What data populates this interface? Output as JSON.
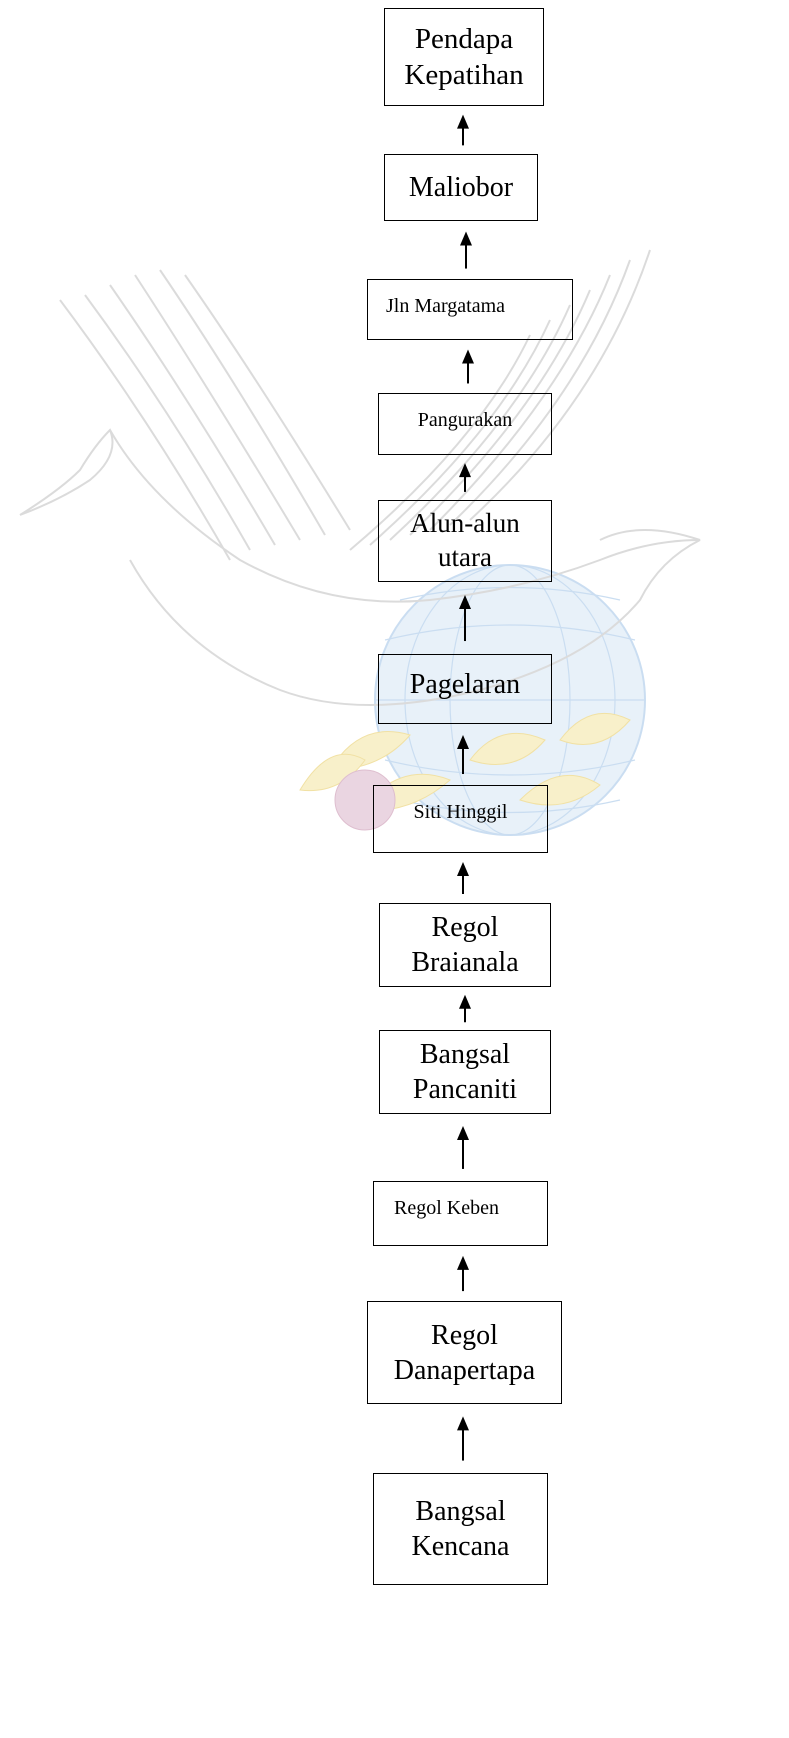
{
  "diagram": {
    "nodes": [
      {
        "id": "pendapa-kepatihan",
        "label": "Pendapa\nKepatihan"
      },
      {
        "id": "maliobor",
        "label": "Maliobor"
      },
      {
        "id": "jln-margatama",
        "label": "Jln Margatama"
      },
      {
        "id": "pangurakan",
        "label": "Pangurakan"
      },
      {
        "id": "alun-alun-utara",
        "label": "Alun-alun\nutara"
      },
      {
        "id": "pagelaran",
        "label": "Pagelaran"
      },
      {
        "id": "siti-hinggil",
        "label": "Siti Hinggil"
      },
      {
        "id": "regol-braianala",
        "label": "Regol\nBraianala"
      },
      {
        "id": "bangsal-pancaniti",
        "label": "Bangsal\nPancaniti"
      },
      {
        "id": "regol-keben",
        "label": "Regol Keben"
      },
      {
        "id": "regol-danapertapa",
        "label": "Regol\nDanapertapa"
      },
      {
        "id": "bangsal-kencana",
        "label": "Bangsal\nKencana"
      }
    ],
    "edges": [
      {
        "from": "bangsal-kencana",
        "to": "regol-danapertapa"
      },
      {
        "from": "regol-danapertapa",
        "to": "regol-keben"
      },
      {
        "from": "regol-keben",
        "to": "bangsal-pancaniti"
      },
      {
        "from": "bangsal-pancaniti",
        "to": "regol-braianala"
      },
      {
        "from": "regol-braianala",
        "to": "siti-hinggil"
      },
      {
        "from": "siti-hinggil",
        "to": "pagelaran"
      },
      {
        "from": "pagelaran",
        "to": "alun-alun-utara"
      },
      {
        "from": "alun-alun-utara",
        "to": "pangurakan"
      },
      {
        "from": "pangurakan",
        "to": "jln-margatama"
      },
      {
        "from": "jln-margatama",
        "to": "maliobor"
      },
      {
        "from": "maliobor",
        "to": "pendapa-kepatihan"
      }
    ],
    "arrow_color": "#000000",
    "box_border_color": "#000000"
  },
  "watermark": {
    "description_icon": "swan-globe-logo-icon",
    "colors": {
      "wing_stroke": "#bfbfbf",
      "globe_fill": "#d6e6f5",
      "globe_stroke": "#9fc3e6",
      "leaf_fill": "#f3e4a0",
      "fruit_fill": "#d9b3c9"
    }
  }
}
